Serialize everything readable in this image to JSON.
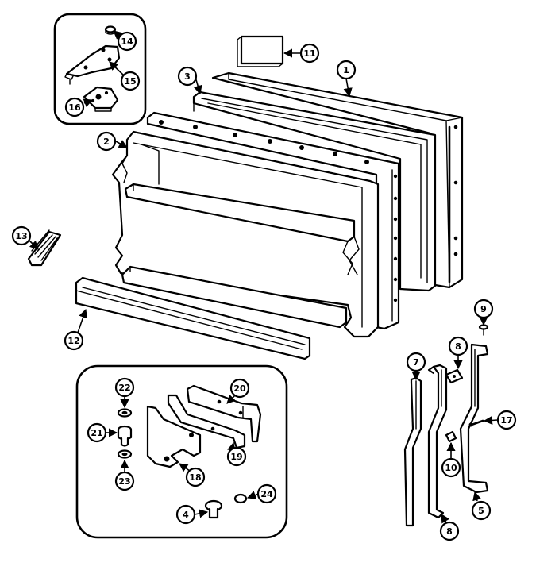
{
  "callouts": {
    "c1": "1",
    "c2": "2",
    "c3": "3",
    "c4": "4",
    "c5": "5",
    "c7": "7",
    "c8a": "8",
    "c8b": "8",
    "c9": "9",
    "c10": "10",
    "c11": "11",
    "c12": "12",
    "c13": "13",
    "c14": "14",
    "c15": "15",
    "c16": "16",
    "c17": "17",
    "c18": "18",
    "c19": "19",
    "c20": "20",
    "c21": "21",
    "c22": "22",
    "c23": "23",
    "c24": "24"
  }
}
